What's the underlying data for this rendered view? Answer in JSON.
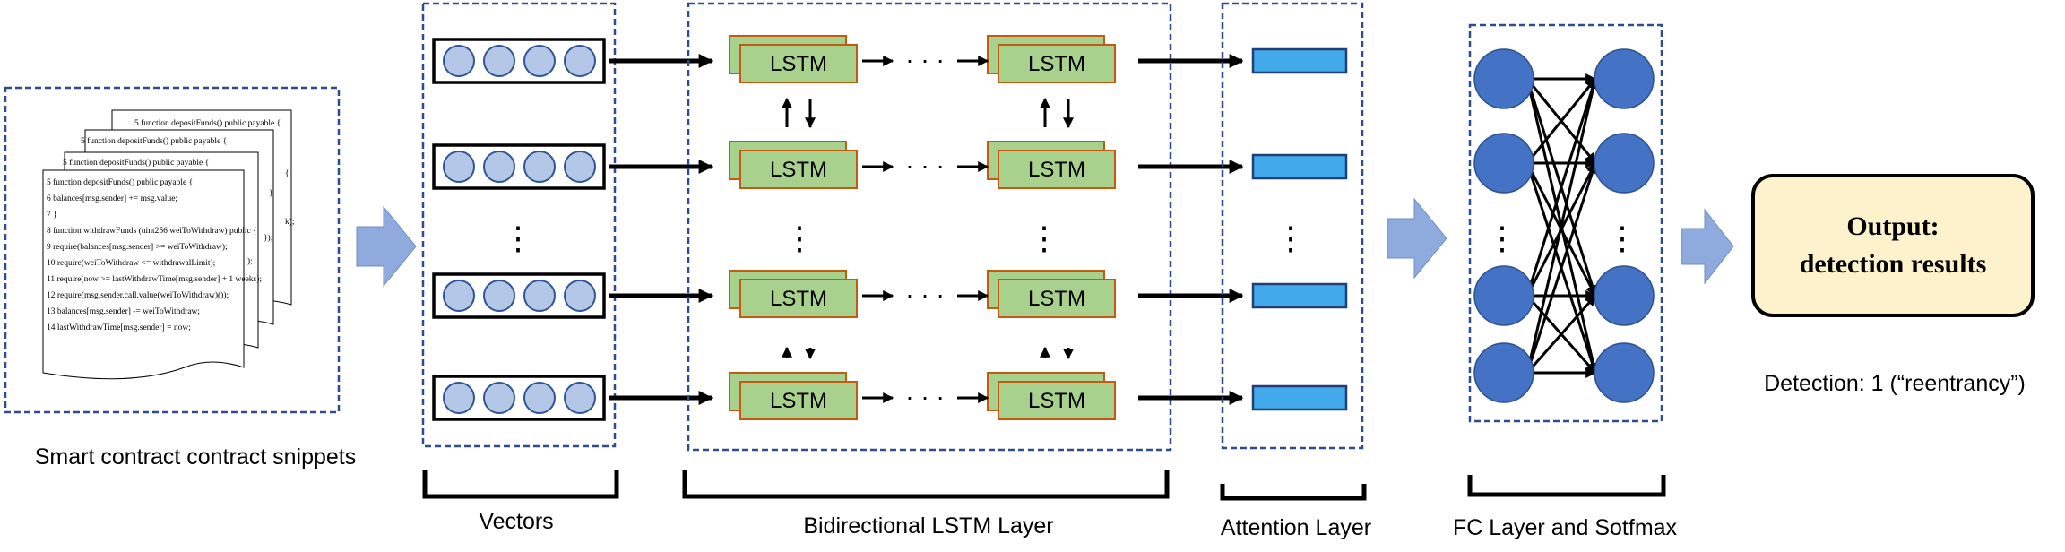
{
  "colors": {
    "dashed_border": "#2f4b8f",
    "circle_fill": "#b4c7e7",
    "circle_stroke": "#2f5597",
    "lstm_fill": "#a9d18e",
    "lstm_stroke": "#c55a11",
    "attn_fill": "#42aaeb",
    "attn_stroke": "#1f3f76",
    "node_fill": "#4472c4",
    "block_arrow": "#8faadc",
    "output_fill": "#fdf2cc"
  },
  "input": {
    "header_line": "5 function depositFunds() public payable {",
    "code_lines": [
      "5 function depositFunds() public payable {",
      "6 balances[msg.sender] += msg.value;",
      "7 }",
      "8 function withdrawFunds (uint256 weiToWithdraw) public {",
      "9 require(balances[msg.sender] >= weiToWithdraw);",
      "10 require(weiToWithdraw <= withdrawalLimit);",
      "11 require(now >= lastWithdrawTime[msg.sender] + 1 weeks);",
      "12 require(msg.sender.call.value(weiToWithdraw)());",
      "13 balances[msg.sender] -= weiToWithdraw;",
      "14 lastWithdrawTime[msg.sender] = now;"
    ],
    "side_fragments": [
      "{",
      "}",
      "});",
      "k);",
      ");"
    ],
    "caption": "Smart contract contract snippets"
  },
  "vectors": {
    "caption": "Vectors"
  },
  "lstm": {
    "cell_label": "LSTM",
    "caption": "Bidirectional LSTM Layer"
  },
  "attention": {
    "caption": "Attention Layer"
  },
  "fc": {
    "caption": "FC Layer and Sotfmax"
  },
  "output": {
    "line1": "Output:",
    "line2": "detection results",
    "detection": "Detection: 1 (“reentrancy”)"
  },
  "symbols": {
    "ellipsis_h": "· · ·",
    "ellipsis_v": "⋮"
  }
}
